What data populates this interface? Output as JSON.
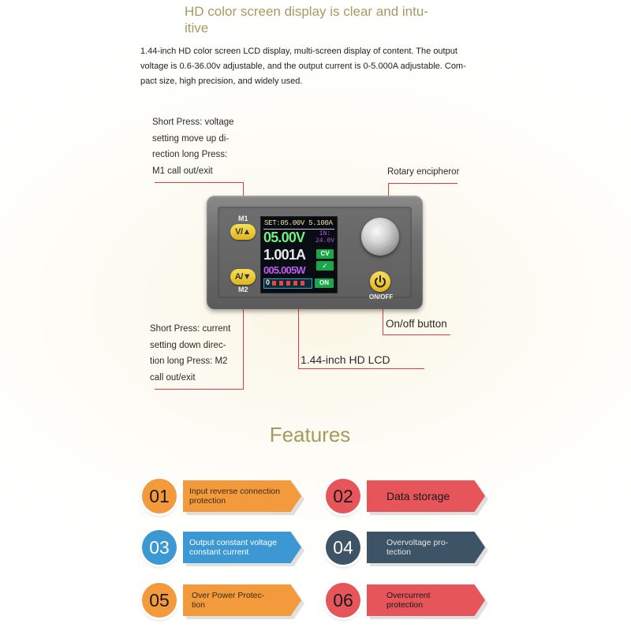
{
  "header": {
    "title": "HD color screen display is clear and intu-\nitive",
    "description": "1.44-inch HD color screen LCD display, multi-screen display of content. The output voltage is 0.6-36.00v adjustable, and the output current is 0-5.000A adjustable. Com-\npact size, high precision, and widely used."
  },
  "callouts": {
    "m1": "Short Press: voltage\nsetting move up di-\nrection long Press:\nM1 call out/exit",
    "rotary": "Rotary encipheror",
    "onoff": "On/off button",
    "lcd": "1.44-inch HD LCD",
    "m2": "Short Press: current\nsetting down direc-\ntion long Press: M2\ncall out/exit"
  },
  "device": {
    "m1_label": "M1",
    "m1_button": "V/▲",
    "m2_label": "M2",
    "m2_button": "A/▼",
    "onoff_label": "ON/OFF",
    "lcd": {
      "set_line": "SET:05.00V 5.100A",
      "voltage": "05.00V",
      "current": "1.001A",
      "power": "005.005W",
      "input_label": "IN:",
      "input_value": "24.0V",
      "mode": "CV",
      "check": "✓",
      "bar_start": "0",
      "on_status": "ON",
      "bar_level": 0.1
    }
  },
  "features": {
    "title": "Features",
    "items": [
      {
        "num": "01",
        "text": "Input reverse connection protection"
      },
      {
        "num": "02",
        "text": "Data storage"
      },
      {
        "num": "03",
        "text": "Output constant voltage constant current"
      },
      {
        "num": "04",
        "text": "Overvoltage pro-\ntection"
      },
      {
        "num": "05",
        "text": "Over Power Protec-\ntion"
      },
      {
        "num": "06",
        "text": "Overcurrent protection"
      }
    ]
  },
  "colors": {
    "accent_text": "#a59b5f",
    "callout_line": "#e23a3f",
    "orange": "#f29a3c",
    "red": "#e5555a",
    "blue": "#3c98d2",
    "navy": "#3d5366"
  }
}
